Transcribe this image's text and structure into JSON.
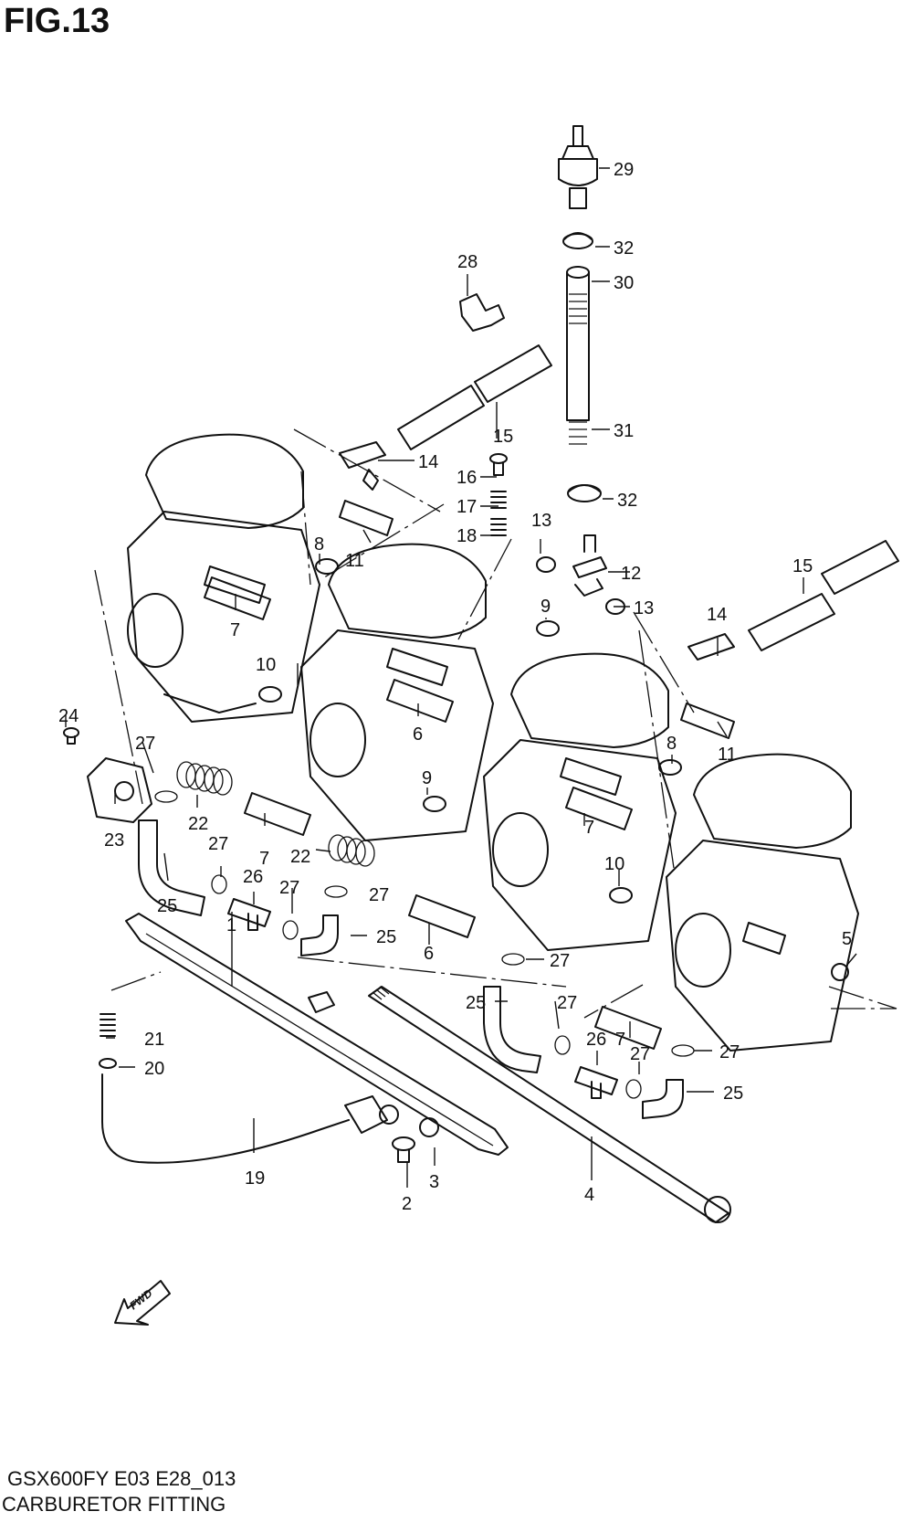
{
  "figure": {
    "title": "FIG.13",
    "model_code": "GSX600FY E03 E28_013",
    "name": "CARBURETOR FITTING"
  },
  "direction_arrow": {
    "label": "FWD",
    "icon": "fwd-arrow-icon"
  },
  "callouts": [
    {
      "id": "c29",
      "text": "29"
    },
    {
      "id": "c32a",
      "text": "32"
    },
    {
      "id": "c28",
      "text": "28"
    },
    {
      "id": "c30",
      "text": "30"
    },
    {
      "id": "c31",
      "text": "31"
    },
    {
      "id": "c15a",
      "text": "15"
    },
    {
      "id": "c14a",
      "text": "14"
    },
    {
      "id": "c16",
      "text": "16"
    },
    {
      "id": "c32b",
      "text": "32"
    },
    {
      "id": "c17",
      "text": "17"
    },
    {
      "id": "c18",
      "text": "18"
    },
    {
      "id": "c13a",
      "text": "13"
    },
    {
      "id": "c12",
      "text": "12"
    },
    {
      "id": "c13b",
      "text": "13"
    },
    {
      "id": "c15b",
      "text": "15"
    },
    {
      "id": "c14b",
      "text": "14"
    },
    {
      "id": "c8a",
      "text": "8"
    },
    {
      "id": "c11a",
      "text": "11"
    },
    {
      "id": "c9a",
      "text": "9"
    },
    {
      "id": "c7a",
      "text": "7"
    },
    {
      "id": "c10a",
      "text": "10"
    },
    {
      "id": "c6a",
      "text": "6"
    },
    {
      "id": "c24",
      "text": "24"
    },
    {
      "id": "c27a",
      "text": "27"
    },
    {
      "id": "c22a",
      "text": "22"
    },
    {
      "id": "c23",
      "text": "23"
    },
    {
      "id": "c9b",
      "text": "9"
    },
    {
      "id": "c8b",
      "text": "8"
    },
    {
      "id": "c11b",
      "text": "11"
    },
    {
      "id": "c7b",
      "text": "7"
    },
    {
      "id": "c22b",
      "text": "22"
    },
    {
      "id": "c27b",
      "text": "27"
    },
    {
      "id": "c7c",
      "text": "7"
    },
    {
      "id": "c10b",
      "text": "10"
    },
    {
      "id": "c26a",
      "text": "26"
    },
    {
      "id": "c27c",
      "text": "27"
    },
    {
      "id": "c27d",
      "text": "27"
    },
    {
      "id": "c25a",
      "text": "25"
    },
    {
      "id": "c1",
      "text": "1"
    },
    {
      "id": "c25b",
      "text": "25"
    },
    {
      "id": "c6b",
      "text": "6"
    },
    {
      "id": "c27e",
      "text": "27"
    },
    {
      "id": "c5",
      "text": "5"
    },
    {
      "id": "c25c",
      "text": "25"
    },
    {
      "id": "c27f",
      "text": "27"
    },
    {
      "id": "c21",
      "text": "21"
    },
    {
      "id": "c26b",
      "text": "26"
    },
    {
      "id": "c7d",
      "text": "7"
    },
    {
      "id": "c27g",
      "text": "27"
    },
    {
      "id": "c27h",
      "text": "27"
    },
    {
      "id": "c20",
      "text": "20"
    },
    {
      "id": "c25d",
      "text": "25"
    },
    {
      "id": "c19",
      "text": "19"
    },
    {
      "id": "c3",
      "text": "3"
    },
    {
      "id": "c2",
      "text": "2"
    },
    {
      "id": "c4",
      "text": "4"
    }
  ]
}
